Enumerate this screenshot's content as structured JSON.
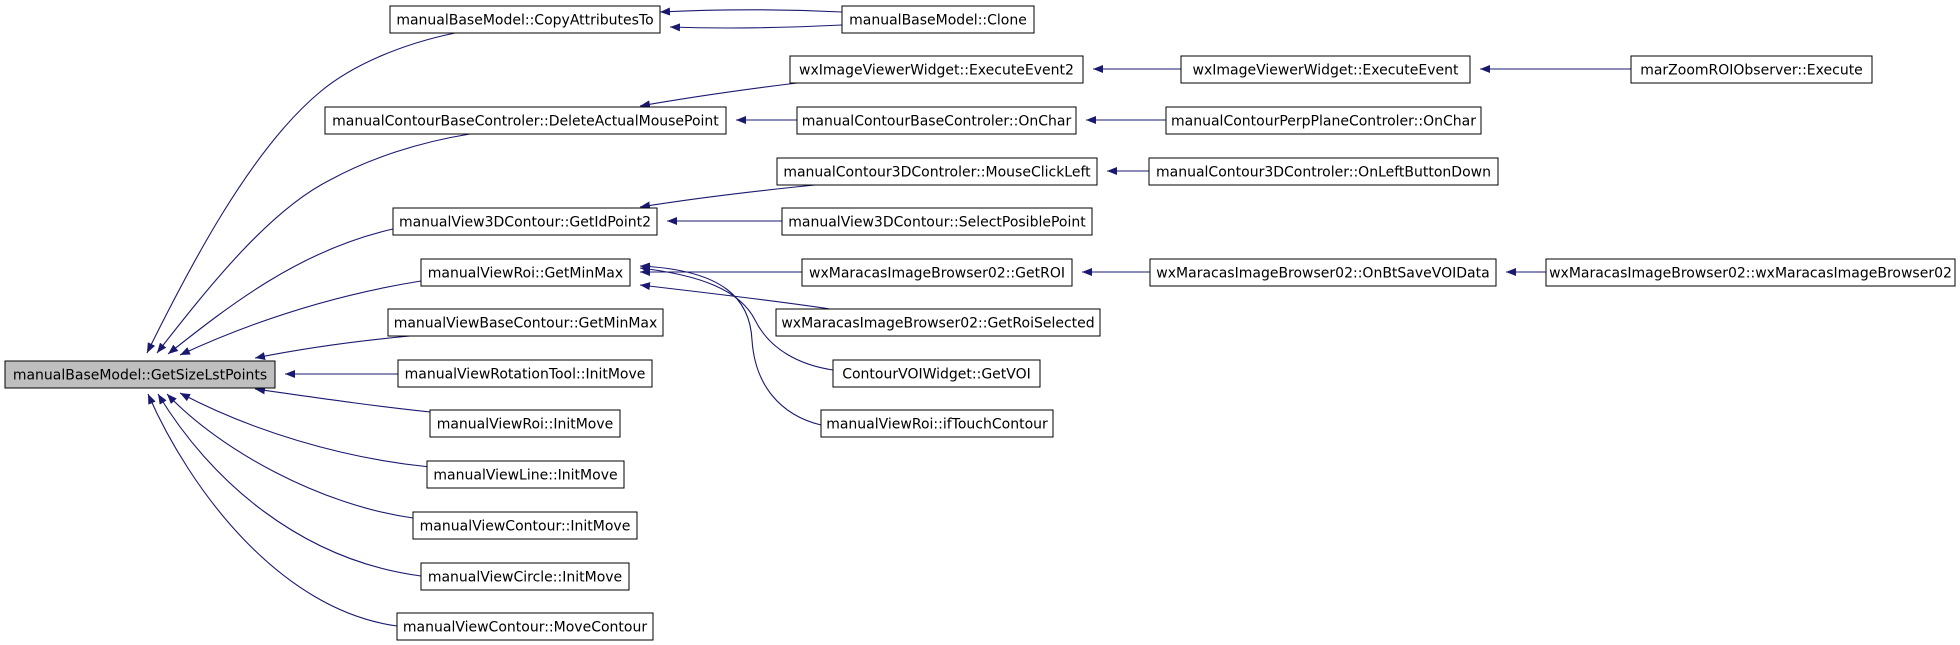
{
  "colors": {
    "edge": "#191970",
    "node_border": "#000000",
    "node_fill": "#ffffff",
    "root_fill": "#bfbfbf",
    "text": "#000000"
  },
  "nodes": {
    "root": "manualBaseModel::GetSizeLstPoints",
    "copy_attributes_to": "manualBaseModel::CopyAttributesTo",
    "clone": "manualBaseModel::Clone",
    "execute_event2": "wxImageViewerWidget::ExecuteEvent2",
    "execute_event": "wxImageViewerWidget::ExecuteEvent",
    "zoom_execute": "marZoomROIObserver::Execute",
    "delete_actual_mouse_point": "manualContourBaseControler::DeleteActualMousePoint",
    "base_on_char": "manualContourBaseControler::OnChar",
    "perp_on_char": "manualContourPerpPlaneControler::OnChar",
    "mouse_click_left": "manualContour3DControler::MouseClickLeft",
    "on_left_button_down": "manualContour3DControler::OnLeftButtonDown",
    "get_id_point2": "manualView3DContour::GetIdPoint2",
    "select_posible_point": "manualView3DContour::SelectPosiblePoint",
    "roi_get_min_max": "manualViewRoi::GetMinMax",
    "get_roi": "wxMaracasImageBrowser02::GetROI",
    "on_bt_save_voi_data": "wxMaracasImageBrowser02::OnBtSaveVOIData",
    "browser_ctor": "wxMaracasImageBrowser02::wxMaracasImageBrowser02",
    "get_roi_selected": "wxMaracasImageBrowser02::GetRoiSelected",
    "get_voi": "ContourVOIWidget::GetVOI",
    "if_touch_contour": "manualViewRoi::ifTouchContour",
    "base_contour_get_min_max": "manualViewBaseContour::GetMinMax",
    "rotation_init_move": "manualViewRotationTool::InitMove",
    "roi_init_move": "manualViewRoi::InitMove",
    "line_init_move": "manualViewLine::InitMove",
    "contour_init_move": "manualViewContour::InitMove",
    "circle_init_move": "manualViewCircle::InitMove",
    "move_contour": "manualViewContour::MoveContour"
  }
}
